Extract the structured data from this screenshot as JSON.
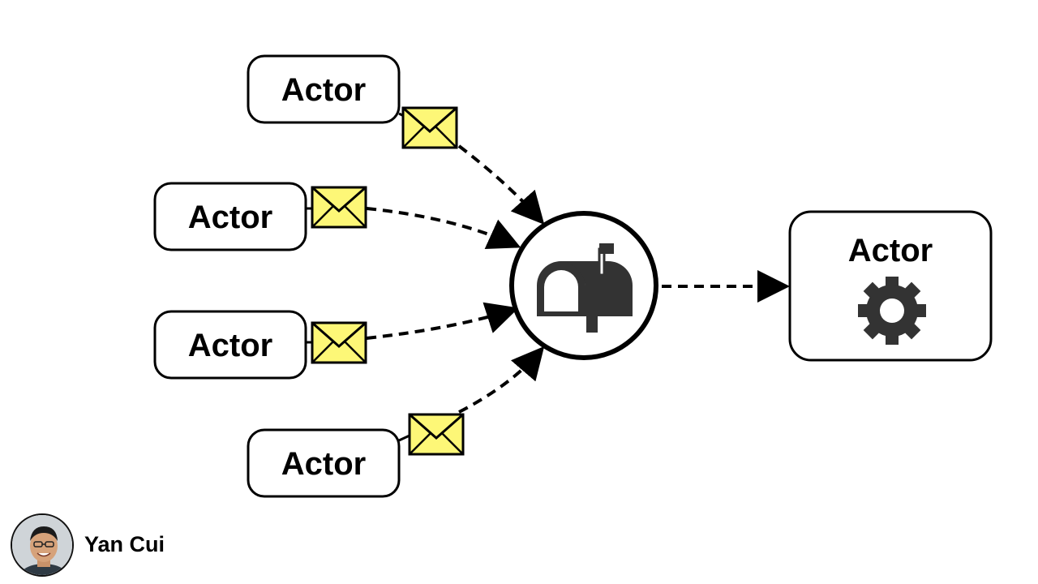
{
  "senders": [
    {
      "label": "Actor"
    },
    {
      "label": "Actor"
    },
    {
      "label": "Actor"
    },
    {
      "label": "Actor"
    }
  ],
  "receiver": {
    "label": "Actor",
    "icon": "gear-icon"
  },
  "mailbox": {
    "icon": "mailbox-icon"
  },
  "message": {
    "icon": "envelope-icon",
    "color": "#fdf777"
  },
  "author": {
    "name": "Yan Cui"
  }
}
